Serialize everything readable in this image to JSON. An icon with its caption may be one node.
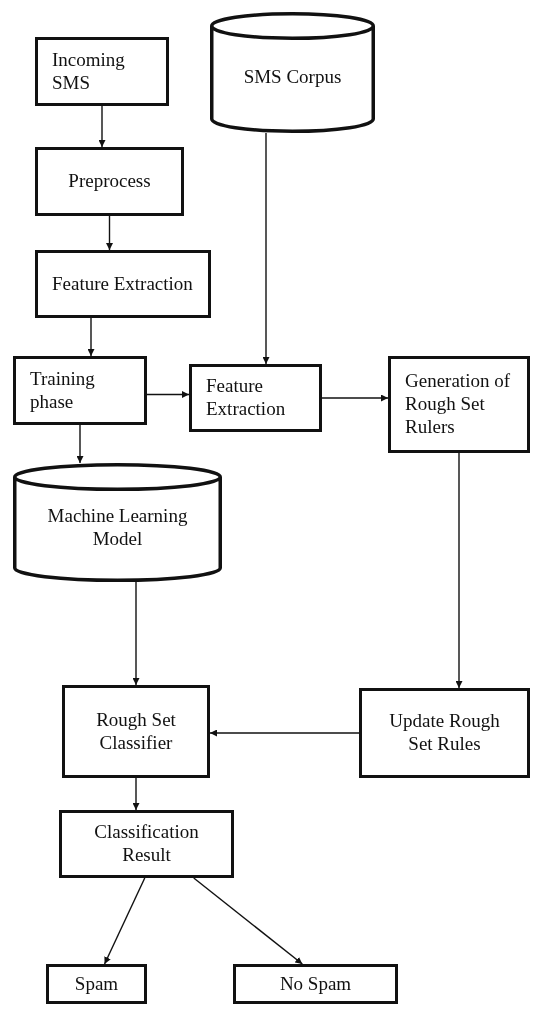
{
  "diagram": {
    "nodes": [
      {
        "text": [
          "Incoming SMS"
        ]
      },
      {
        "text": [
          "SMS Corpus"
        ]
      },
      {
        "text": [
          "Preprocess"
        ]
      },
      {
        "text": [
          "Feature Extraction"
        ]
      },
      {
        "text": [
          "Training phase"
        ]
      },
      {
        "text": [
          "Feature Extraction"
        ]
      },
      {
        "text": [
          "Generation of Rough Set Rulers"
        ]
      },
      {
        "text": [
          "Machine Learning Model"
        ]
      },
      {
        "text": [
          "Rough Set Classifier"
        ]
      },
      {
        "text": [
          "Update Rough Set Rules"
        ]
      },
      {
        "text": [
          "Classification Result"
        ]
      },
      {
        "text": [
          "Spam"
        ]
      },
      {
        "text": [
          "No Spam"
        ]
      }
    ],
    "edges": [
      {
        "from": 0,
        "to": 2,
        "arrow": "to"
      },
      {
        "from": 2,
        "to": 3,
        "arrow": "to"
      },
      {
        "from": 3,
        "to": 4,
        "arrow": "to"
      },
      {
        "from": 1,
        "to": 5,
        "arrow": "to"
      },
      {
        "from": 4,
        "to": 5,
        "arrow": "to"
      },
      {
        "from": 5,
        "to": 6,
        "arrow": "to"
      },
      {
        "from": 4,
        "to": 7,
        "arrow": "to"
      },
      {
        "from": 7,
        "to": 8,
        "arrow": "to"
      },
      {
        "from": 6,
        "to": 9,
        "arrow": "to"
      },
      {
        "from": 9,
        "to": 8,
        "arrow": "to"
      },
      {
        "from": 8,
        "to": 10,
        "arrow": "to"
      },
      {
        "from": 10,
        "to": 11,
        "arrow": "to"
      },
      {
        "from": 10,
        "to": 12,
        "arrow": "to"
      }
    ]
  }
}
